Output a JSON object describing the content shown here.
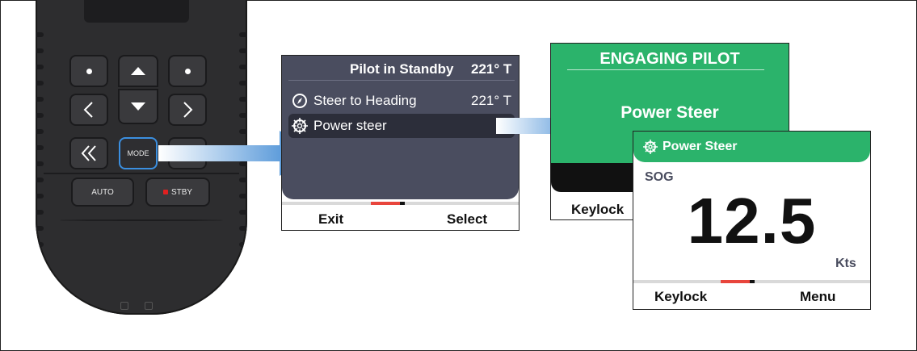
{
  "remote": {
    "mode_label": "MODE",
    "auto_label": "AUTO",
    "stby_label": "STBY"
  },
  "pilot_menu": {
    "title": "Pilot in Standby",
    "title_heading": "221° T",
    "items": [
      {
        "label": "Steer to Heading",
        "value": "221° T",
        "icon": "compass-icon"
      },
      {
        "label": "Power steer",
        "value": "",
        "icon": "helm-wheel-icon",
        "selected": true
      }
    ],
    "softkeys": {
      "left": "Exit",
      "right": "Select"
    }
  },
  "engaging": {
    "title": "ENGAGING PILOT",
    "mode": "Power Steer",
    "softkeys": {
      "left": "Keylock"
    }
  },
  "power_steer": {
    "title": "Power Steer",
    "icon": "helm-wheel-icon",
    "metric_label": "SOG",
    "value": "12.5",
    "unit": "Kts",
    "softkeys": {
      "left": "Keylock",
      "right": "Menu"
    }
  },
  "colors": {
    "menu_bg": "#4a4d5f",
    "accent_green": "#2bb36b",
    "indicator_red": "#e8453c",
    "arrow_blue": "#2e7fd0"
  }
}
